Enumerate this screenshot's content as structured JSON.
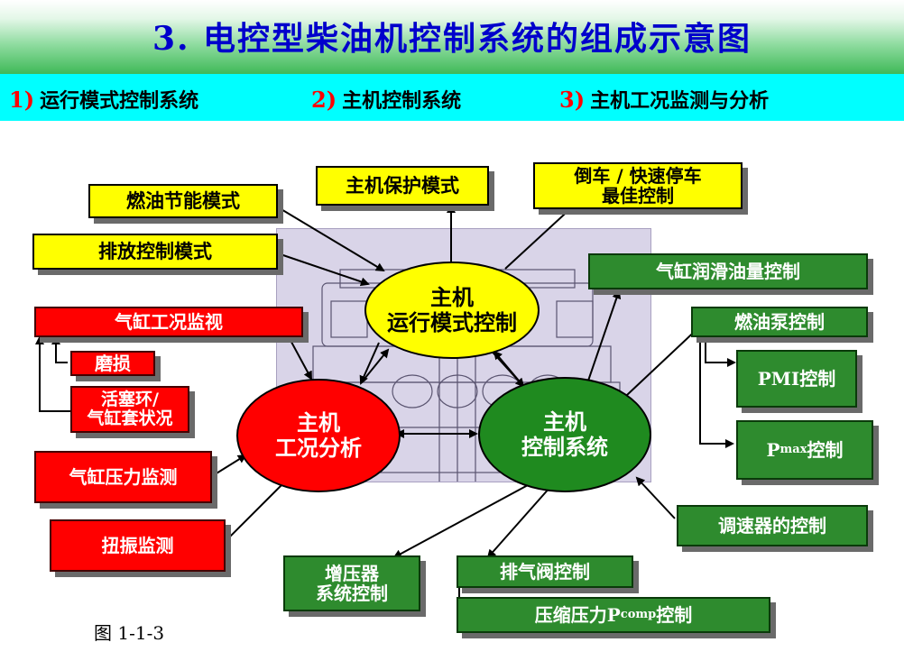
{
  "title": "3. 电控型柴油机控制系统的组成示意图",
  "subtitles": [
    {
      "num": "1)",
      "text": "运行模式控制系统"
    },
    {
      "num": "2)",
      "text": "主机控制系统"
    },
    {
      "num": "3)",
      "text": "主机工况监测与分析"
    }
  ],
  "centers": {
    "operation": "主机\n运行模式控制",
    "analysis": "主机\n工况分析",
    "control": "主机\n控制系统"
  },
  "yellow_boxes": {
    "fuel_saving": "燃油节能模式",
    "protection": "主机保护模式",
    "reverse": "倒车 / 快速停车\n最佳控制",
    "emission": "排放控制模式"
  },
  "red_boxes": {
    "cyl_monitor": "气缸工况监视",
    "wear": "磨损",
    "ring": "活塞环/\n气缸套状况",
    "pressure": "气缸压力监测",
    "torsion": "扭振监测"
  },
  "green_boxes": {
    "lube": "气缸润滑油量控制",
    "fuel_pump": "燃油泵控制",
    "pmi": "PMI控制",
    "pmax_main": "P",
    "pmax_sub": "max",
    "pmax_rest": " 控制",
    "governor": "调速器的控制",
    "turbo": "增压器\n系统控制",
    "exhaust": "排气阀控制",
    "pcomp_main": "压缩压力P",
    "pcomp_sub": "comp",
    "pcomp_rest": " 控制"
  },
  "caption": "图 1-1-3"
}
